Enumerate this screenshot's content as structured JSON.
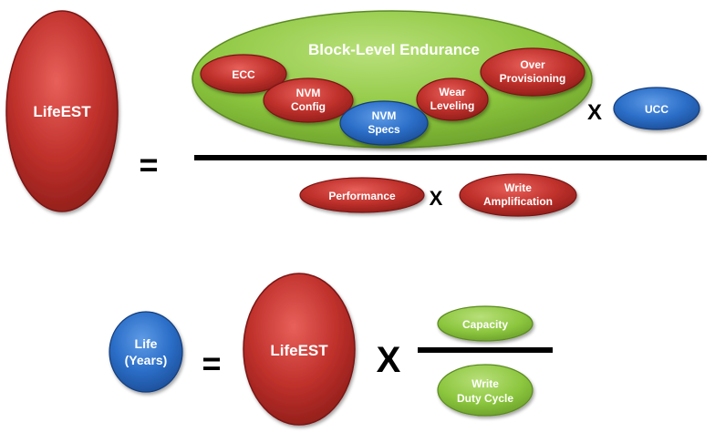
{
  "formula1": {
    "lifeest": "LifeEST",
    "equals": "=",
    "numerator": {
      "group_title": "Block-Level Endurance",
      "ecc": "ECC",
      "nvm_config": [
        "NVM",
        "Config"
      ],
      "nvm_specs": [
        "NVM",
        "Specs"
      ],
      "wear_leveling": [
        "Wear",
        "Leveling"
      ],
      "over_provisioning": [
        "Over",
        "Provisioning"
      ],
      "times": "X",
      "ucc": "UCC"
    },
    "denominator": {
      "performance": "Performance",
      "times": "X",
      "write_amplification": [
        "Write",
        "Amplification"
      ]
    }
  },
  "formula2": {
    "life": [
      "Life",
      "(Years)"
    ],
    "equals": "=",
    "lifeest": "LifeEST",
    "times": "X",
    "capacity": "Capacity",
    "write_duty_cycle": [
      "Write",
      "Duty Cycle"
    ]
  },
  "colors": {
    "red": "#c0312c",
    "blue": "#2c6fc9",
    "green": "#8cc63e",
    "line": "#000000"
  }
}
